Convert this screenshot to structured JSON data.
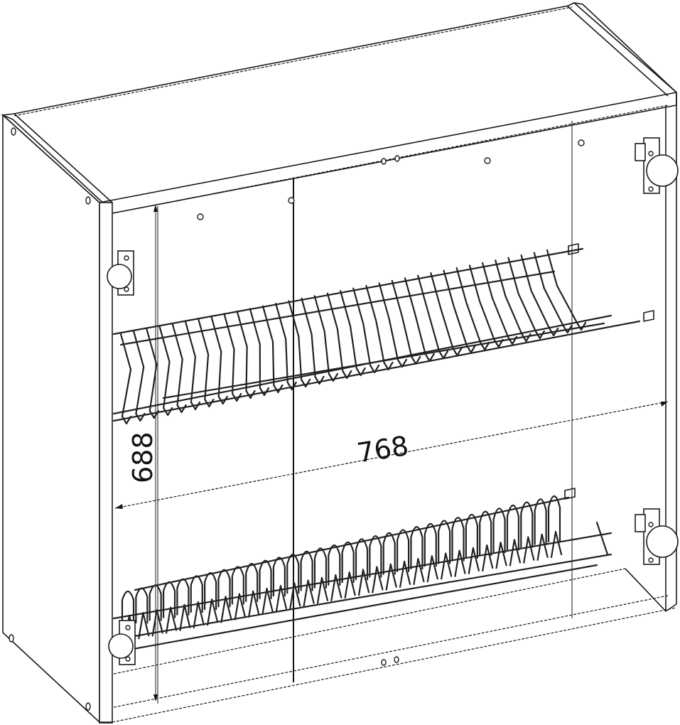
{
  "drawing": {
    "subject": "wall cabinet with dish drainer racks",
    "dimensions": {
      "width_label": "768",
      "height_label": "688"
    },
    "components": {
      "upper_rack": "plate-drying rack",
      "lower_rack": "dish-drying rack",
      "hinges_count": 4,
      "center_divider": true
    },
    "colors": {
      "line": "#1a1a1a",
      "background": "#ffffff"
    }
  }
}
